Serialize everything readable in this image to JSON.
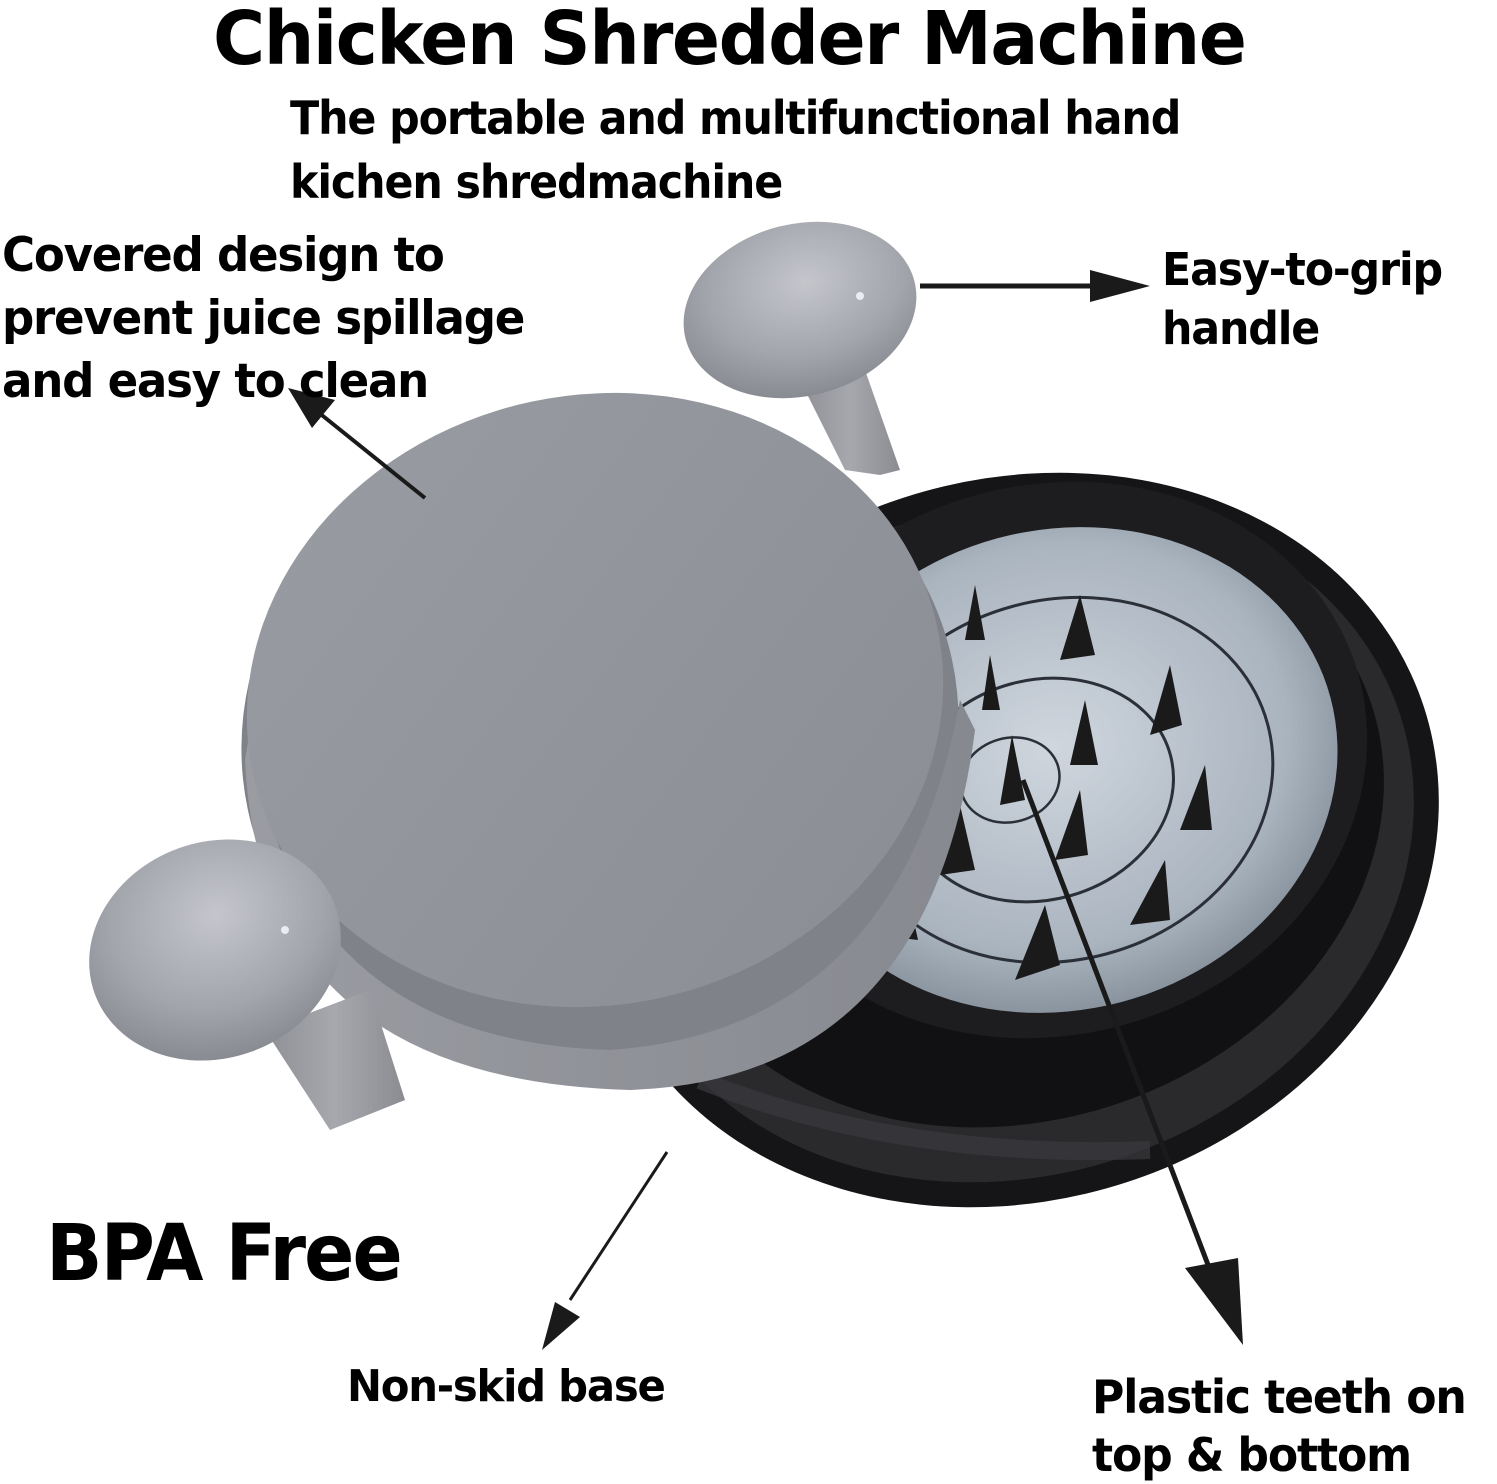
{
  "header": {
    "title": "Chicken Shredder Machine",
    "subtitle_line1": "The portable and multifunctional hand",
    "subtitle_line2": "kichen shredmachine"
  },
  "callouts": {
    "cover": {
      "line1": "Covered design to",
      "line2": "prevent juice spillage",
      "line3": "and easy to clean"
    },
    "grip": {
      "line1": "Easy-to-grip",
      "line2": "handle"
    },
    "bpa": {
      "text": "BPA Free"
    },
    "base": {
      "text": "Non-skid base"
    },
    "teeth": {
      "line1": "Plastic teeth on",
      "line2": "top & bottom"
    }
  },
  "colors": {
    "lid": "#8f9299",
    "lid_rim": "#7d8087",
    "knob": "#a4a6ad",
    "base": "#1c1c1e",
    "plate": "#b9c2cc",
    "teeth": "#1a1a1a",
    "arrow": "#1a1a1a",
    "background": "#ffffff"
  }
}
